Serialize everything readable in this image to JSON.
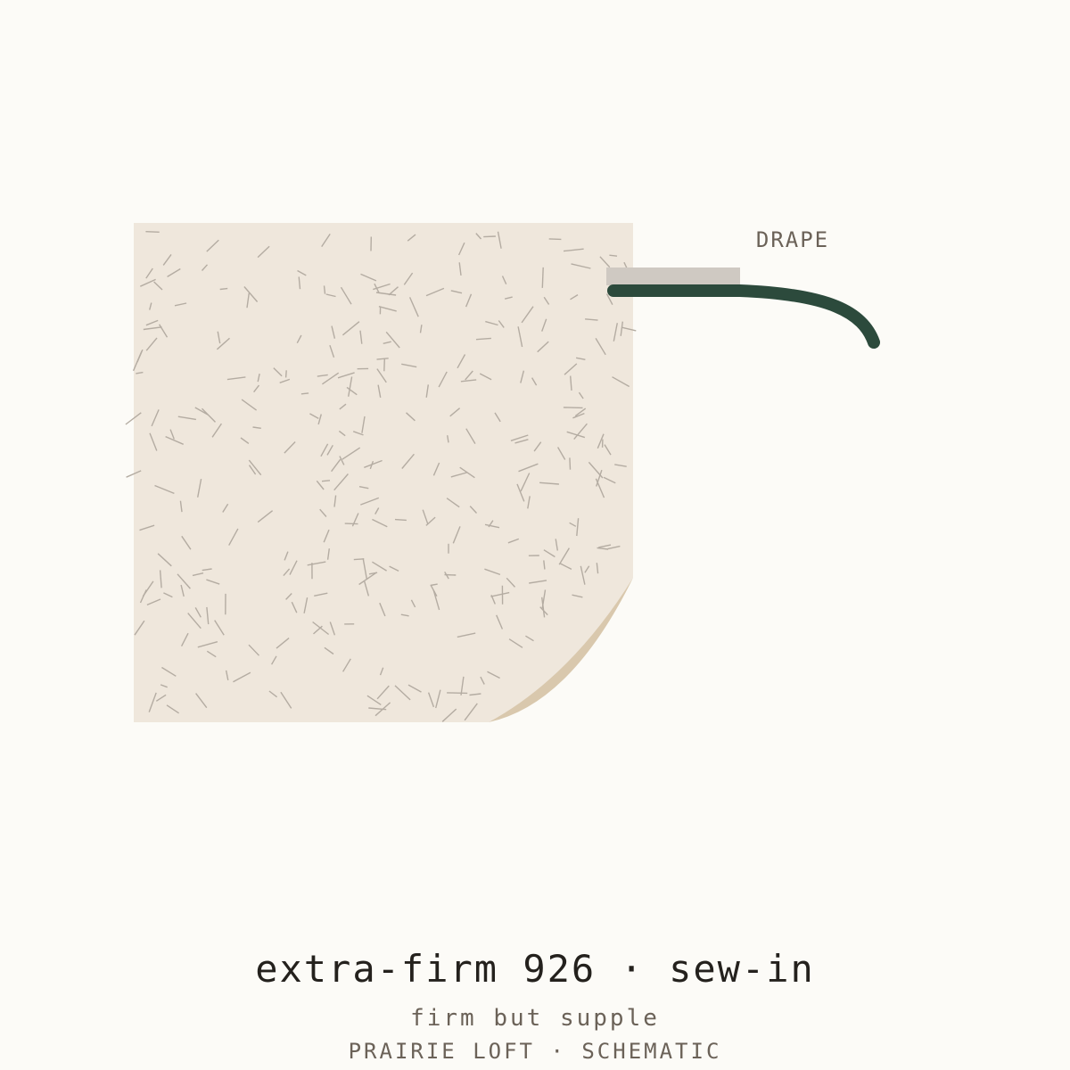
{
  "diagram": {
    "drape_label": "DRAPE",
    "title": "extra-firm 926 · sew-in",
    "subtitle": "firm but supple",
    "brand_line": "PRAIRIE LOFT · SCHEMATIC"
  },
  "colors": {
    "background": "#fcfbf7",
    "swatch": "#efe7dc",
    "fiber": "#b4aca2",
    "curl": "#d9c8ad",
    "drape_stroke": "#2c4a3c",
    "drape_clamp": "#cfc9c2",
    "text_dark": "#24211d",
    "text_muted": "#6b6258"
  }
}
